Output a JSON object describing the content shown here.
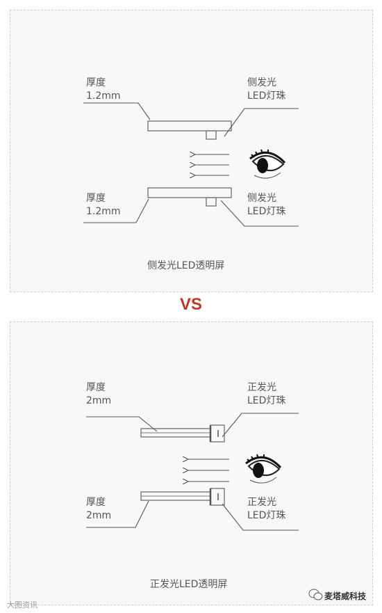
{
  "top_panel": {
    "label_top_left_1": "厚度",
    "label_top_left_2": "1.2mm",
    "label_top_right_1": "侧发光",
    "label_top_right_2": "LED灯珠",
    "label_bottom_left_1": "厚度",
    "label_bottom_left_2": "1.2mm",
    "label_bottom_right_1": "侧发光",
    "label_bottom_right_2": "LED灯珠",
    "caption": "侧发光LED透明屏"
  },
  "vs": {
    "text": "VS",
    "color": "#c0392b"
  },
  "bottom_panel": {
    "label_top_left_1": "厚度",
    "label_top_left_2": "2mm",
    "label_top_right_1": "正发光",
    "label_top_right_2": "LED灯珠",
    "label_bottom_left_1": "厚度",
    "label_bottom_left_2": "2mm",
    "label_bottom_right_1": "正发光",
    "label_bottom_right_2": "LED灯珠",
    "caption": "正发光LED透明屏"
  },
  "footer": {
    "left_watermark": "大图资讯",
    "right_brand": "麦塔威科技"
  },
  "colors": {
    "line": "#555555",
    "background": "#f8f8f8"
  }
}
